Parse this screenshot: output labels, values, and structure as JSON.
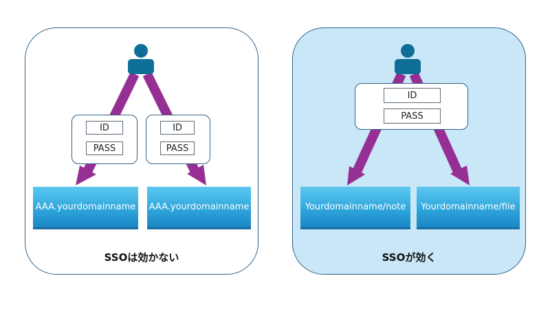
{
  "colors": {
    "arrow": "#962f94",
    "user_icon": "#0e6e98",
    "panel_border": "#2e5f86",
    "right_panel_fill": "#c9e7f6",
    "service_fill": "#2fa6dc"
  },
  "icons": {
    "user": "person-icon"
  },
  "left": {
    "caption": "SSOは効かない",
    "credentials": [
      {
        "id_label": "ID",
        "pass_label": "PASS"
      },
      {
        "id_label": "ID",
        "pass_label": "PASS"
      }
    ],
    "services": [
      {
        "label": "AAA.yourdomainname"
      },
      {
        "label": "AAA.yourdomainname"
      }
    ]
  },
  "right": {
    "caption": "SSOが効く",
    "credentials": {
      "id_label": "ID",
      "pass_label": "PASS"
    },
    "services": [
      {
        "label": "Yourdomainname/note"
      },
      {
        "label": "Yourdomainname/file"
      }
    ]
  }
}
